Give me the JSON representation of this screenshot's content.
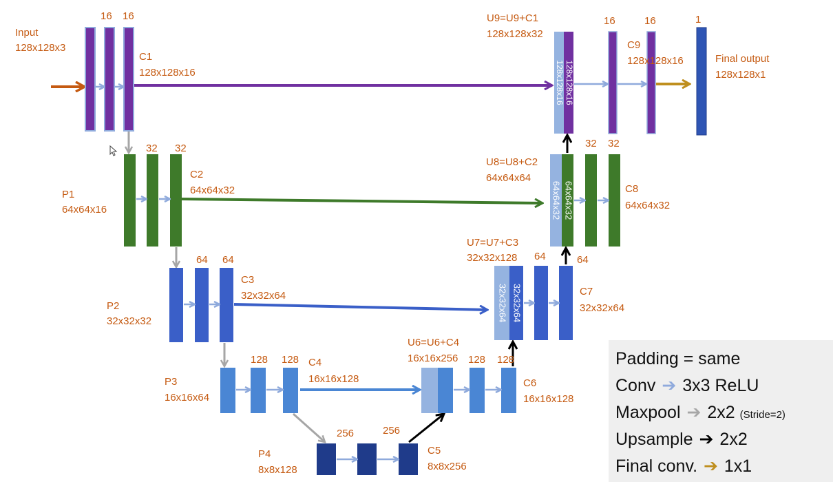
{
  "colors": {
    "label": "#c55a11",
    "level1": "#7030a0",
    "level2": "#3e7a2a",
    "level3": "#3a5fc8",
    "level4": "#4a86d4",
    "level5": "#1f3b8a",
    "skip_light": "#95b3e0",
    "conv_arrow": "#8faadc",
    "pool_arrow": "#a6a6a6",
    "up_arrow": "#000000",
    "final_arrow": "#bf8f1f",
    "input_arrow": "#c55a11",
    "final_block": "#2f55b4"
  },
  "labels": {
    "input": [
      "Input",
      "128x128x3"
    ],
    "c1": [
      "C1",
      "128x128x16"
    ],
    "c1_f1": "16",
    "c1_f2": "16",
    "p1": [
      "P1",
      "64x64x16"
    ],
    "c2": [
      "C2",
      "64x64x32"
    ],
    "c2_f1": "32",
    "c2_f2": "32",
    "p2": [
      "P2",
      "32x32x32"
    ],
    "c3": [
      "C3",
      "32x32x64"
    ],
    "c3_f1": "64",
    "c3_f2": "64",
    "p3": [
      "P3",
      "16x16x64"
    ],
    "c4": [
      "C4",
      "16x16x128"
    ],
    "c4_f1": "128",
    "c4_f2": "128",
    "p4": [
      "P4",
      "8x8x128"
    ],
    "c5": [
      "C5",
      "8x8x256"
    ],
    "c5_f1": "256",
    "c5_f2": "256",
    "u6": [
      "U6=U6+C4",
      "16x16x256"
    ],
    "c6": [
      "C6",
      "16x16x128"
    ],
    "c6_f1": "128",
    "c6_f2": "128",
    "u7": [
      "U7=U7+C3",
      "32x32x128"
    ],
    "c7": [
      "C7",
      "32x32x64"
    ],
    "c7_f1": "64",
    "c7_f2": "64",
    "u8": [
      "U8=U8+C2",
      "64x64x64"
    ],
    "c8": [
      "C8",
      "64x64x32"
    ],
    "c8_f1": "32",
    "c8_f2": "32",
    "u9": [
      "U9=U9+C1",
      "128x128x32"
    ],
    "c9": [
      "C9",
      "128x128x16"
    ],
    "c9_f1": "16",
    "c9_f2": "16",
    "final_f": "1",
    "final": [
      "Final output",
      "128x128x1"
    ]
  },
  "block_text": {
    "u9_light": "128x128x16",
    "u9_dark": "128x128x16",
    "u8_light": "64x64x32",
    "u8_dark": "64x64x32",
    "u7_light": "32x32x64",
    "u7_dark": "32x32x64"
  },
  "legend": {
    "padding": "Padding = same",
    "conv_label": "Conv",
    "conv_value": "3x3 ReLU",
    "maxpool_label": "Maxpool",
    "maxpool_value": "2x2",
    "maxpool_note": "(Stride=2)",
    "upsample_label": "Upsample",
    "upsample_value": "2x2",
    "final_label": "Final conv.",
    "final_value": "1x1"
  }
}
